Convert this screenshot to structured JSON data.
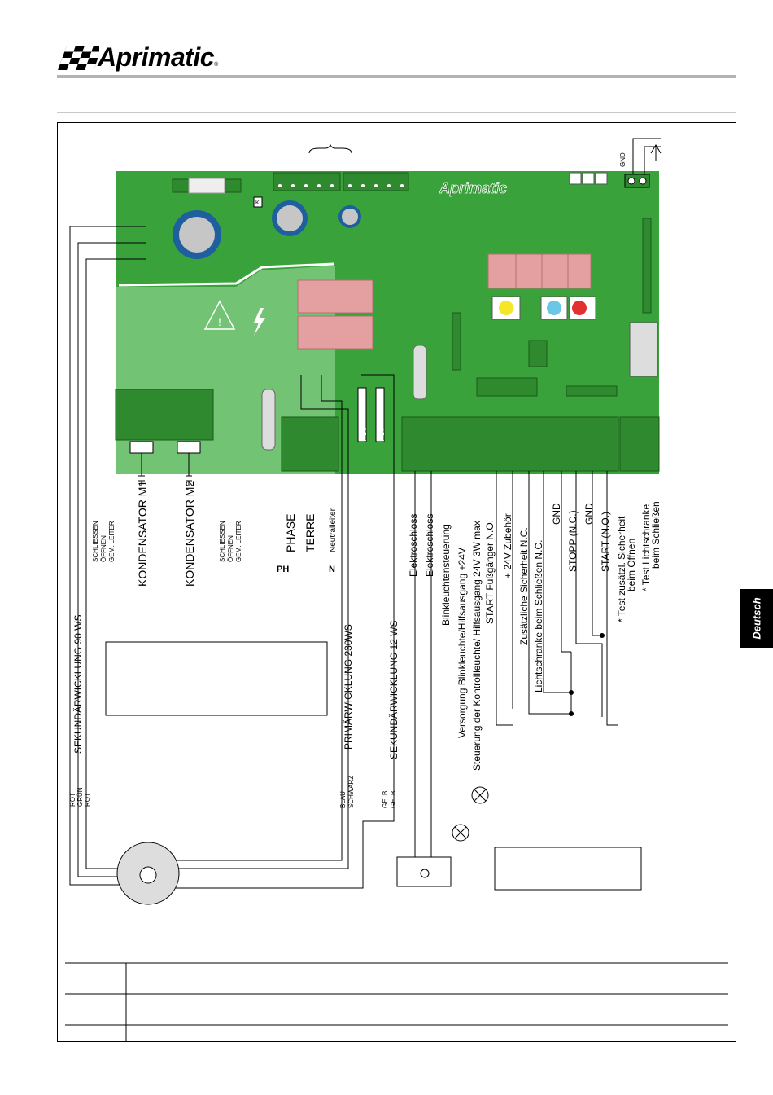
{
  "header": {
    "brand": "Aprimatic",
    "reg": "®"
  },
  "side_tab": {
    "label": "Deutsch"
  },
  "board": {
    "brand": "Aprimatic",
    "k_label": "K",
    "fuse6": "FS6",
    "fuse7": "FS7",
    "gnd": "GND"
  },
  "motor_wires": {
    "sekundar_90": "SEKUNDÄRWICKLUNG 90 WS",
    "primar_230": "PRIMÄRWICKLUNG 230WS",
    "sekundar_12": "SEKUNDÄRWICKLUNG 12 WS",
    "rot1": "ROT",
    "gruen": "GRÜN",
    "rot2": "ROT",
    "blau": "BLAU",
    "schwarz": "SCHWARZ",
    "gelb1": "GELB",
    "gelb2": "GELB"
  },
  "capacitors": {
    "m1": "KONDENSATOR M1",
    "m2": "KONDENSATOR M2",
    "schliessen": "SCHLIESSEN",
    "offnen": "ÖFFNEN",
    "gem_leiter": "GEM. LEITER"
  },
  "power": {
    "phase": "PHASE",
    "terre": "TERRE",
    "neutral": "Neutralleiter",
    "ph": "PH",
    "n": "N"
  },
  "terminals": [
    "Elektroschloss",
    "Elektroschloss",
    "Blinkleuchtensteuerung",
    "Versorgung Blinkleuchte/Hilfsausgang +24V",
    "Steuerung der Kontrollleuchte/ Hilfsausgang 24V 3W max",
    "START Fußgänger N.O.",
    "+ 24V Zubehör",
    "Zusätzliche Sicherheit N.C.",
    "Lichtschranke beim Schließen N.C.",
    "GND",
    "STOPP (N.C.)",
    "GND",
    "START (N.O.)",
    "* Test zusätzl. Sicherheit",
    "beim Öffnen",
    "* Test Lichtschranke",
    "beim Schließen"
  ]
}
